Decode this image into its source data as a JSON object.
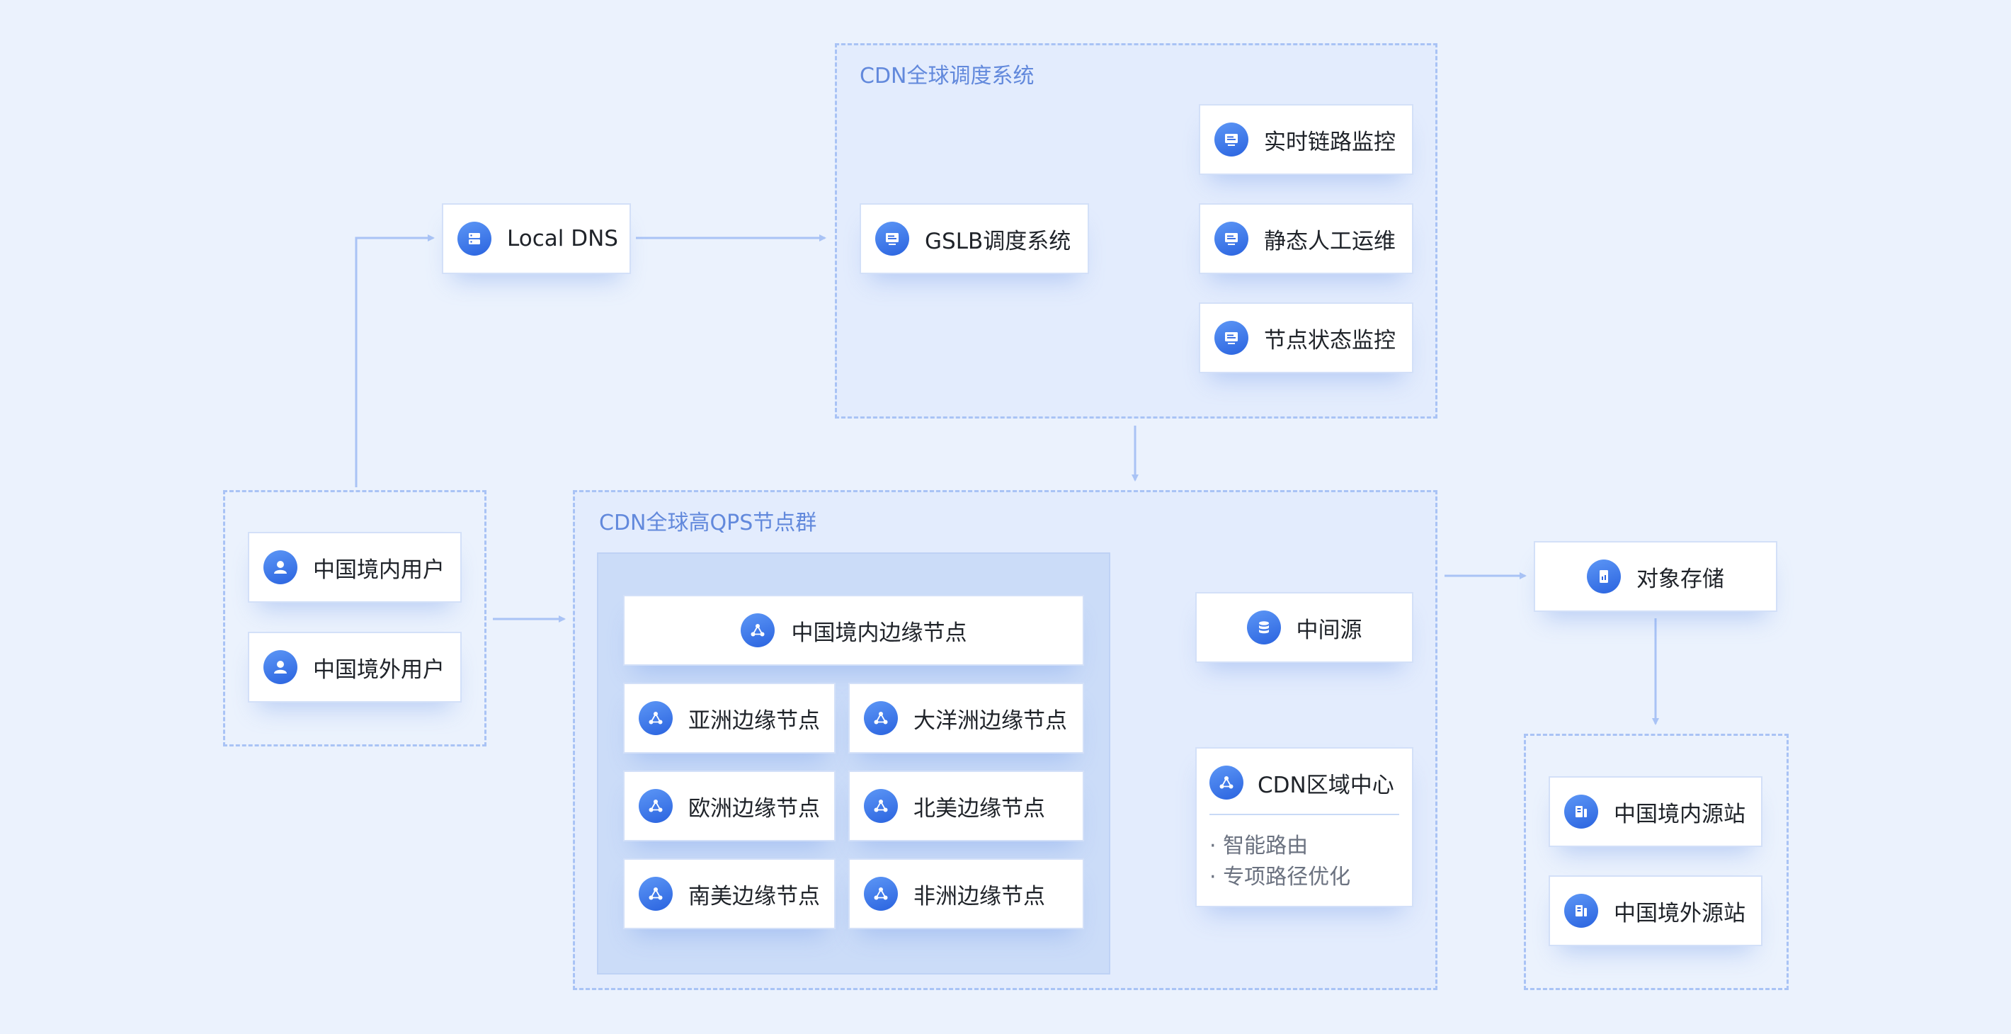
{
  "groups": {
    "scheduling": {
      "title": "CDN全球调度系统"
    },
    "qps_cluster": {
      "title": "CDN全球高QPS节点群"
    }
  },
  "nodes": {
    "local_dns": {
      "label": "Local DNS",
      "icon": "server-icon"
    },
    "gslb": {
      "label": "GSLB调度系统",
      "icon": "monitor-icon"
    },
    "realtime_monitor": {
      "label": "实时链路监控",
      "icon": "monitor-icon"
    },
    "static_ops": {
      "label": "静态人工运维",
      "icon": "monitor-icon"
    },
    "node_status": {
      "label": "节点状态监控",
      "icon": "monitor-icon"
    },
    "domestic_users": {
      "label": "中国境内用户",
      "icon": "user-icon"
    },
    "overseas_users": {
      "label": "中国境外用户",
      "icon": "user-icon"
    },
    "domestic_edge": {
      "label": "中国境内边缘节点",
      "icon": "network-icon"
    },
    "asia_edge": {
      "label": "亚洲边缘节点",
      "icon": "network-icon"
    },
    "oceania_edge": {
      "label": "大洋洲边缘节点",
      "icon": "network-icon"
    },
    "europe_edge": {
      "label": "欧洲边缘节点",
      "icon": "network-icon"
    },
    "na_edge": {
      "label": "北美边缘节点",
      "icon": "network-icon"
    },
    "sa_edge": {
      "label": "南美边缘节点",
      "icon": "network-icon"
    },
    "africa_edge": {
      "label": "非洲边缘节点",
      "icon": "network-icon"
    },
    "mid_origin": {
      "label": "中间源",
      "icon": "database-icon"
    },
    "region_center": {
      "label": "CDN区域中心",
      "icon": "network-icon",
      "bullets": [
        "· 智能路由",
        "· 专项路径优化"
      ]
    },
    "object_storage": {
      "label": "对象存储",
      "icon": "storage-icon"
    },
    "domestic_origin": {
      "label": "中国境内源站",
      "icon": "origin-icon"
    },
    "overseas_origin": {
      "label": "中国境外源站",
      "icon": "origin-icon"
    }
  },
  "colors": {
    "background": "#ebf2fd",
    "accent": "#2a63df",
    "connector": "#a9c3f5",
    "group_title": "#6289dc"
  }
}
